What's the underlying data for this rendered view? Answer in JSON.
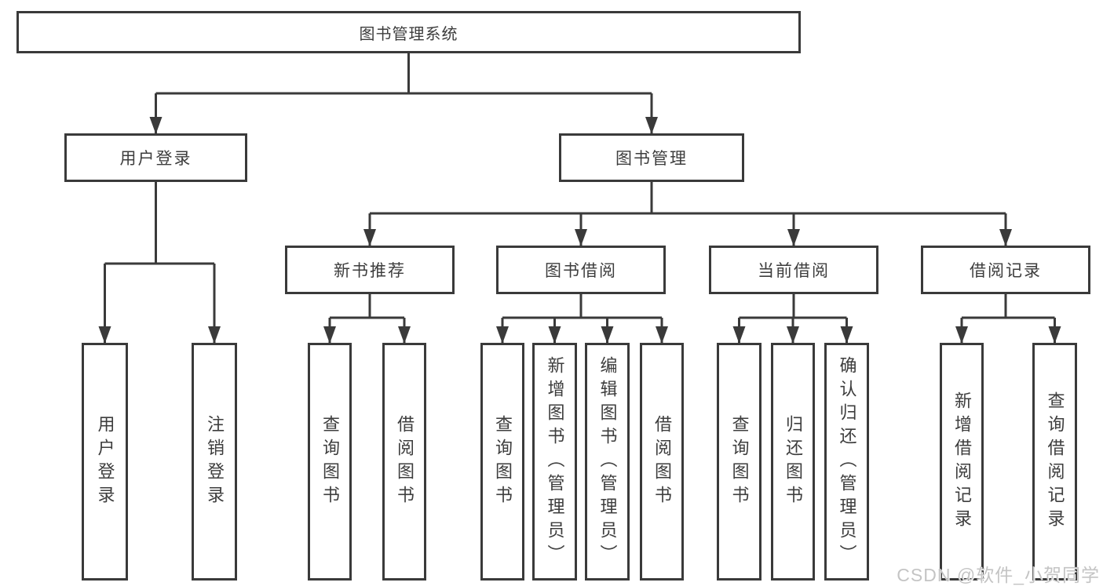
{
  "diagram": {
    "root": {
      "label": "图书管理系统"
    },
    "branches": [
      {
        "label": "用户登录",
        "leaves": [
          "用户登录",
          "注销登录"
        ]
      },
      {
        "label": "图书管理",
        "groups": [
          {
            "label": "新书推荐",
            "leaves": [
              "查询图书",
              "借阅图书"
            ]
          },
          {
            "label": "图书借阅",
            "leaves": [
              "查询图书",
              "新增图书（管理员）",
              "编辑图书（管理员）",
              "借阅图书"
            ]
          },
          {
            "label": "当前借阅",
            "leaves": [
              "查询图书",
              "归还图书",
              "确认归还（管理员）"
            ]
          },
          {
            "label": "借阅记录",
            "leaves": [
              "新增借阅记录",
              "查询借阅记录"
            ]
          }
        ]
      }
    ]
  },
  "watermark": {
    "text": "CSDN @软件_小贺同学"
  },
  "colors": {
    "line": "#3a3a3a",
    "node_border": "#3a3a3a",
    "text": "#3d3d3d",
    "watermark": "#c4c4c4",
    "background": "#ffffff"
  }
}
